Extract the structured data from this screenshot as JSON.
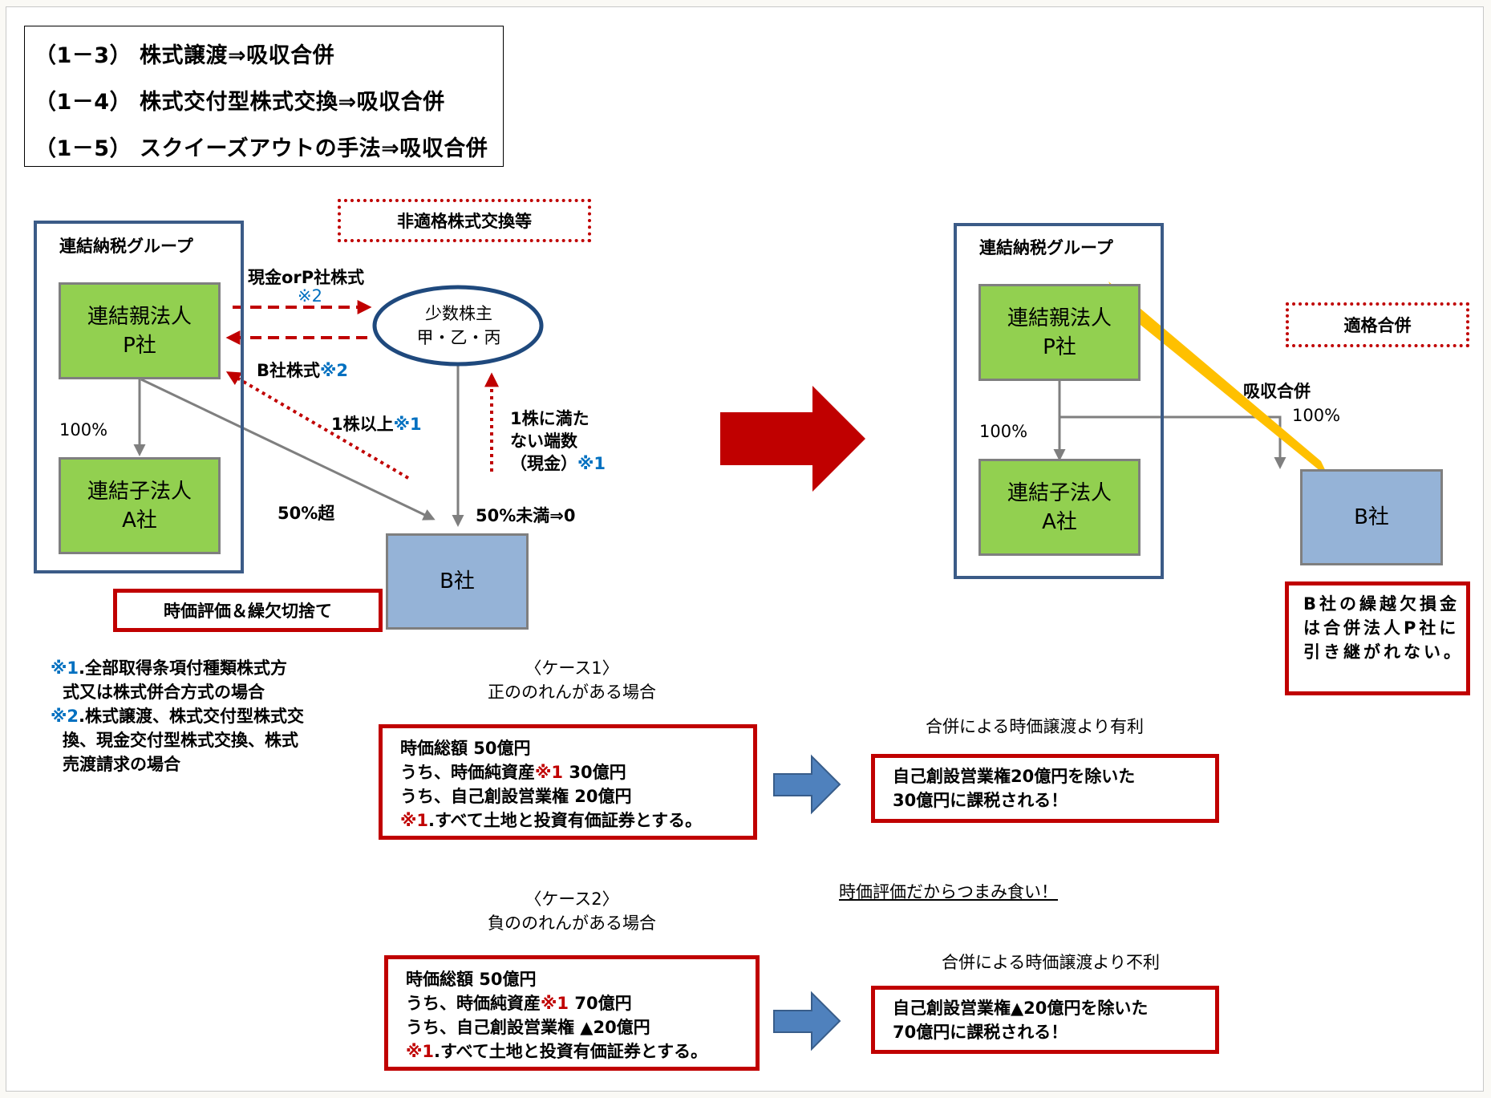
{
  "title_box": {
    "lines": [
      "（1－3） 株式譲渡⇒吸収合併",
      "（1－4） 株式交付型株式交換⇒吸収合併",
      "（1－5） スクイーズアウトの手法⇒吸収合併"
    ]
  },
  "before": {
    "tag": "非適格株式交換等",
    "group_label": "連結納税グループ",
    "parent": {
      "line1": "連結親法人",
      "line2": "P社"
    },
    "subsidiary": {
      "line1": "連結子法人",
      "line2": "A社"
    },
    "parent_to_sub_pct": "100%",
    "minority": {
      "line1": "少数株主",
      "line2": "甲・乙・丙"
    },
    "target": "B社",
    "flow_cash_or_p_shares": {
      "text": "現金orP社株式",
      "ref": "※2"
    },
    "flow_b_shares": {
      "text": "B社株式",
      "ref": "※2"
    },
    "flow_one_share_or_more": {
      "text": "1株以上",
      "ref": "※1"
    },
    "flow_fraction": {
      "line1": "1株に満た",
      "line2": "ない端数",
      "line3": "（現金）",
      "ref": "※1"
    },
    "pct_over_50": "50%超",
    "pct_under_50": "50%未満⇒0",
    "warning": "時価評価＆繰欠切捨て"
  },
  "footnotes": [
    {
      "ref": "※1",
      "text": ".全部取得条項付種類株式方",
      "cont": "式又は株式併合方式の場合"
    },
    {
      "ref": "※2",
      "text": ".株式譲渡、株式交付型株式交",
      "cont1": "換、現金交付型株式交換、株式",
      "cont2": "売渡請求の場合"
    }
  ],
  "after": {
    "tag": "適格合併",
    "group_label": "連結納税グループ",
    "parent": {
      "line1": "連結親法人",
      "line2": "P社"
    },
    "subsidiary": {
      "line1": "連結子法人",
      "line2": "A社"
    },
    "pct_to_sub": "100%",
    "pct_to_b": "100%",
    "merger_label": "吸収合併",
    "target": "B社",
    "loss_note": "B社の繰越欠損金は合併法人P社に引き継がれない。"
  },
  "case1": {
    "title": "〈ケース1〉",
    "subtitle": "正ののれんがある場合",
    "line1": "時価総額  50億円",
    "line2_pre": "うち、時価純資産",
    "line2_ref": "※1",
    "line2_post": " 30億円",
    "line3": "うち、自己創設営業権  20億円",
    "line4_ref": "※1",
    "line4_post": ".すべて土地と投資有価証券とする。",
    "result_caption": "合併による時価譲渡より有利",
    "result_line1": "自己創設営業権20億円を除いた",
    "result_line2": "30億円に課税される！"
  },
  "cherry_pick_note": "時価評価だからつまみ食い！",
  "case2": {
    "title": "〈ケース2〉",
    "subtitle": "負ののれんがある場合",
    "line1": "時価総額  50億円",
    "line2_pre": "うち、時価純資産",
    "line2_ref": "※1",
    "line2_post": "  70億円",
    "line3": "うち、自己創設営業権  ▲20億円",
    "line4_ref": "※1",
    "line4_post": ".すべて土地と投資有価証券とする。",
    "result_caption": "合併による時価譲渡より不利",
    "result_line1": "自己創設営業権▲20億円を除いた",
    "result_line2": "70億円に課税される！"
  },
  "colors": {
    "group_border": "#3b5b87",
    "entity_green": "#92d050",
    "entity_blue": "#95b3d7",
    "accent_red": "#c00000",
    "ref_blue": "#0070c0",
    "arrow_gray": "#7f7f7f",
    "merger_arrow": "#ffc000",
    "case_arrow": "#4f81bd"
  }
}
